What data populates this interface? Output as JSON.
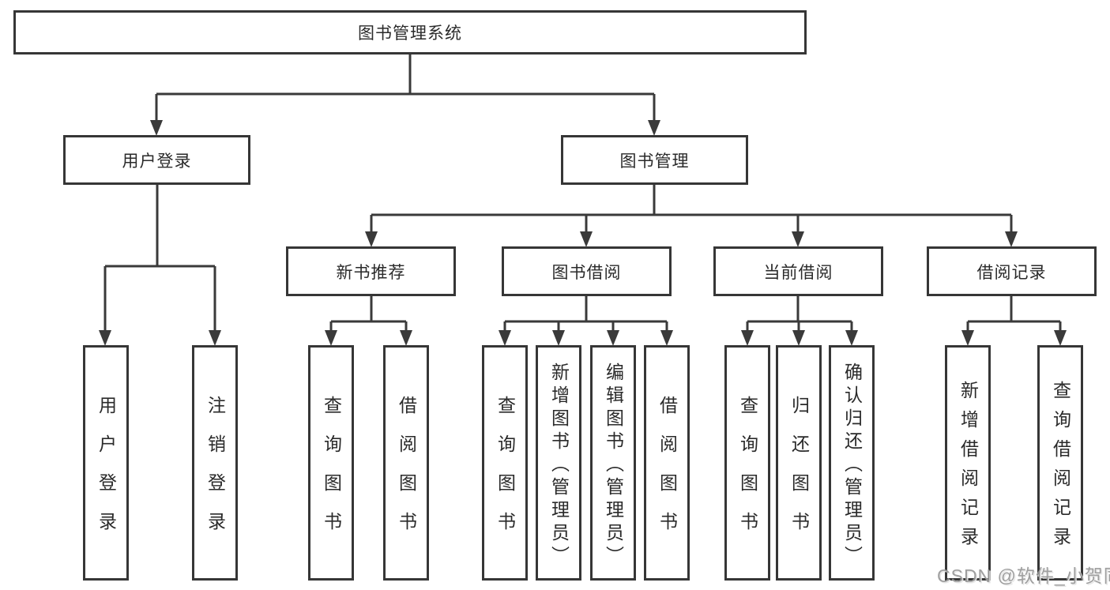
{
  "colors": {
    "background": "#ffffff",
    "line": "#3a3a3a",
    "box_border": "#363636",
    "text": "#2a2a2a",
    "watermark": "#979797"
  },
  "tree": {
    "label": "图书管理系统",
    "children": [
      {
        "label": "用户登录",
        "children": [
          {
            "label": "用户登录"
          },
          {
            "label": "注销登录"
          }
        ]
      },
      {
        "label": "图书管理",
        "children": [
          {
            "label": "新书推荐",
            "children": [
              {
                "label": "查询图书"
              },
              {
                "label": "借阅图书"
              }
            ]
          },
          {
            "label": "图书借阅",
            "children": [
              {
                "label": "查询图书"
              },
              {
                "label": "新增图书（管理员）"
              },
              {
                "label": "编辑图书（管理员）"
              },
              {
                "label": "借阅图书"
              }
            ]
          },
          {
            "label": "当前借阅",
            "children": [
              {
                "label": "查询图书"
              },
              {
                "label": "归还图书"
              },
              {
                "label": "确认归还（管理员）"
              }
            ]
          },
          {
            "label": "借阅记录",
            "children": [
              {
                "label": "新增借阅记录"
              },
              {
                "label": "查询借阅记录"
              }
            ]
          }
        ]
      }
    ]
  },
  "watermark": {
    "text": "CSDN @软件_小贺同学"
  }
}
